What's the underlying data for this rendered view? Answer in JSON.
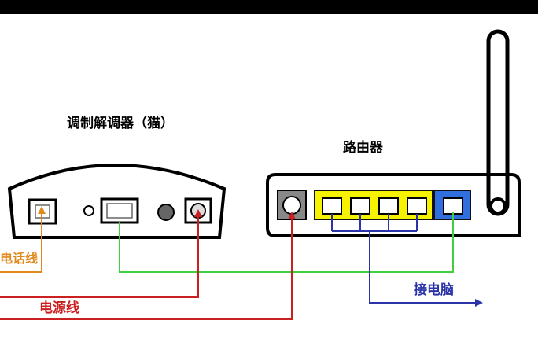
{
  "labels": {
    "modem": "调制解调器（猫）",
    "router": "路由器",
    "phone_line": "电话线",
    "power_line": "电源线",
    "to_computer": "接电脑"
  },
  "colors": {
    "phone_line": "#e08a1e",
    "power_line": "#cc1f1f",
    "ethernet_wan": "#3fcf3f",
    "lan_cables": "#2a34a8",
    "lan_port_panel": "#f6f200",
    "wan_port_panel": "#2f6fe0",
    "device_outline": "#000000"
  }
}
